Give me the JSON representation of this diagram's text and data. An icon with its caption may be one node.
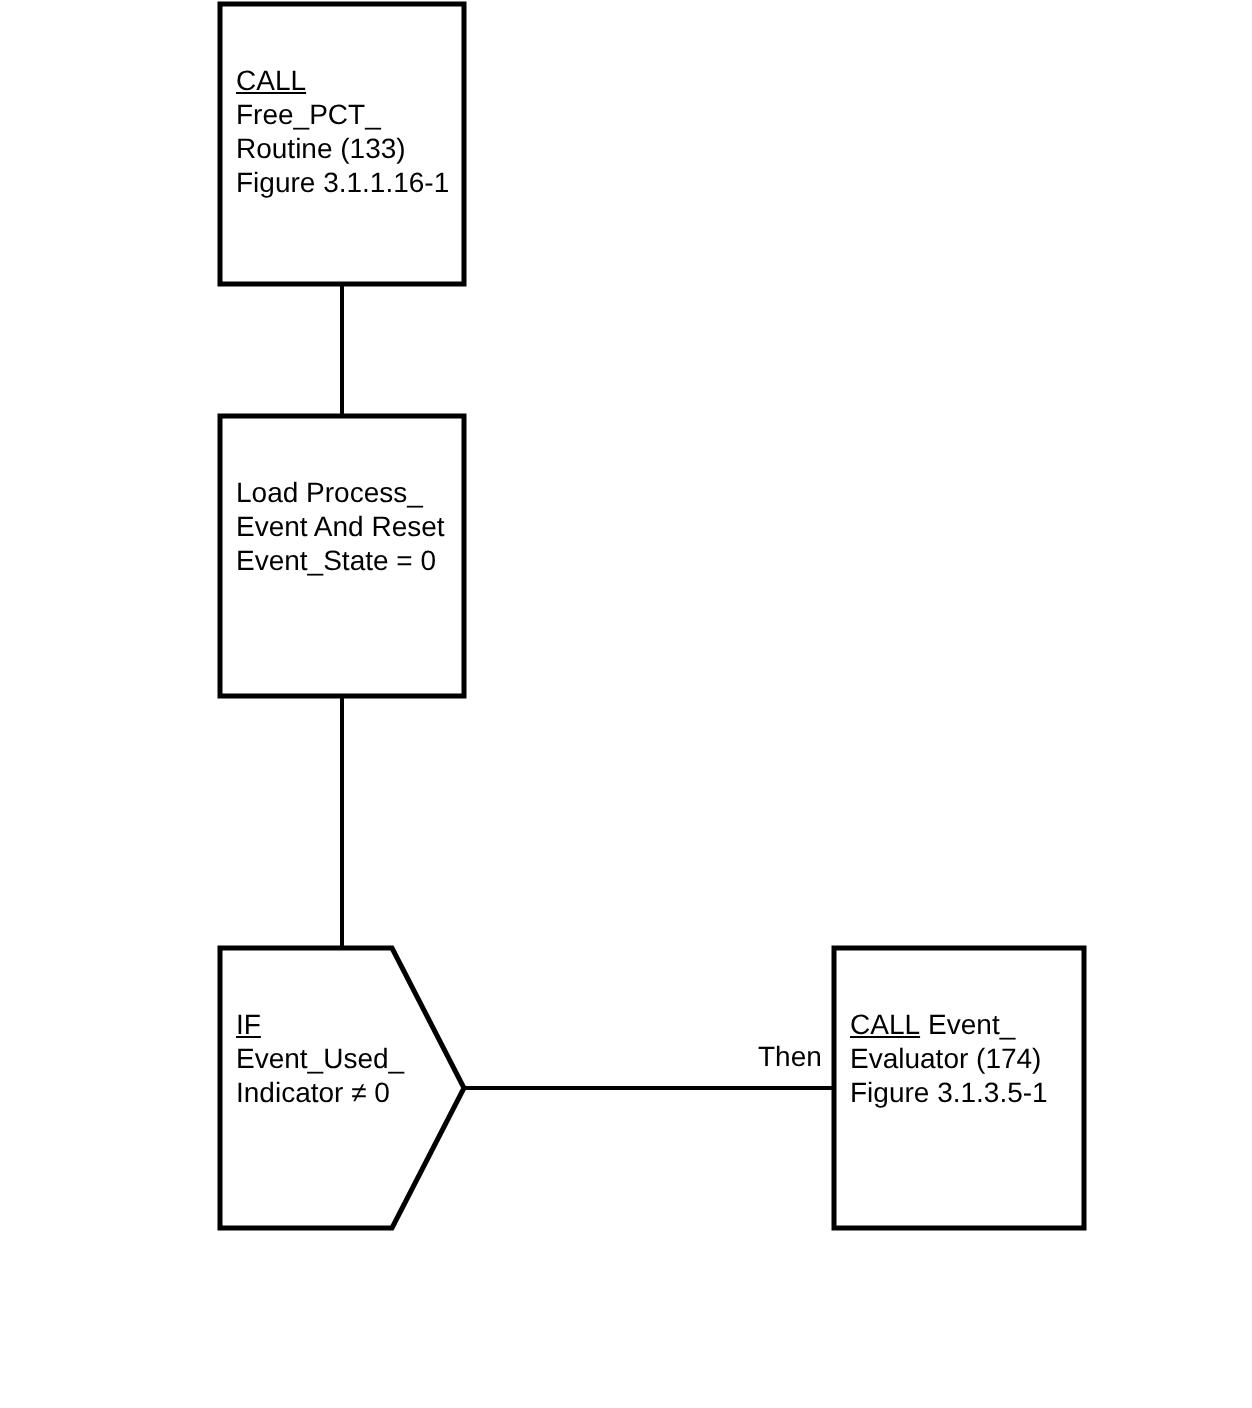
{
  "diagram": {
    "nodes": [
      {
        "text": [
          "CALL",
          "Free_PCT_ Routine (133) Figure 3.1.1.16-1"
        ]
      },
      {
        "text": [
          "Load Process_ Event And Reset Event_State = 0"
        ]
      },
      {
        "text": [
          "IF",
          "Event_Used_ Indicator ≠ 0"
        ]
      },
      {
        "text": [
          "CALL",
          "Event_ Evaluator (174) Figure 3.1.3.5-1"
        ]
      }
    ],
    "edges": [
      {
        "from": 0,
        "to": 1,
        "arrow": "none"
      },
      {
        "from": 1,
        "to": 2,
        "arrow": "none"
      },
      {
        "from": 2,
        "to": 3,
        "arrow": "none",
        "label": "Then"
      }
    ]
  }
}
